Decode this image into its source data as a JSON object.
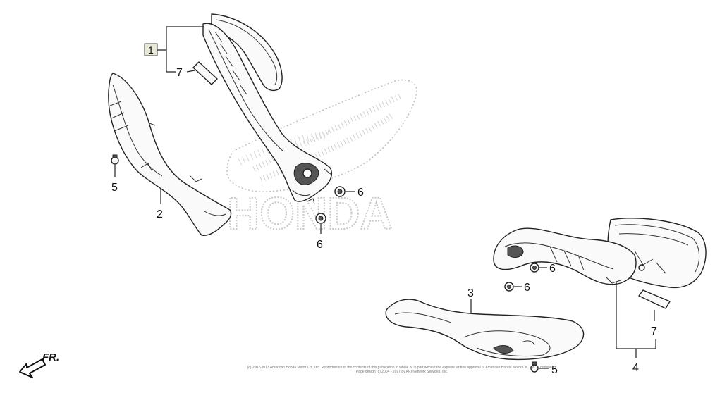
{
  "watermark": {
    "brand": "HONDA"
  },
  "direction": {
    "label": "FR."
  },
  "callouts": {
    "c1": "1",
    "c2": "2",
    "c3": "3",
    "c4": "4",
    "c5a": "5",
    "c5b": "5",
    "c6a": "6",
    "c6b": "6",
    "c6c": "6",
    "c6d": "6",
    "c7a": "7",
    "c7b": "7"
  },
  "copyright": {
    "line1": "(c) 2002-2013 American Honda Motor Co., Inc. Reproduction of the contents of this publication in whole or in part without the express written approval of American Honda Motor Co., Inc. is prohibited.",
    "line2": "Page design (c) 2004 - 2017 by ARI Network Services, Inc."
  }
}
